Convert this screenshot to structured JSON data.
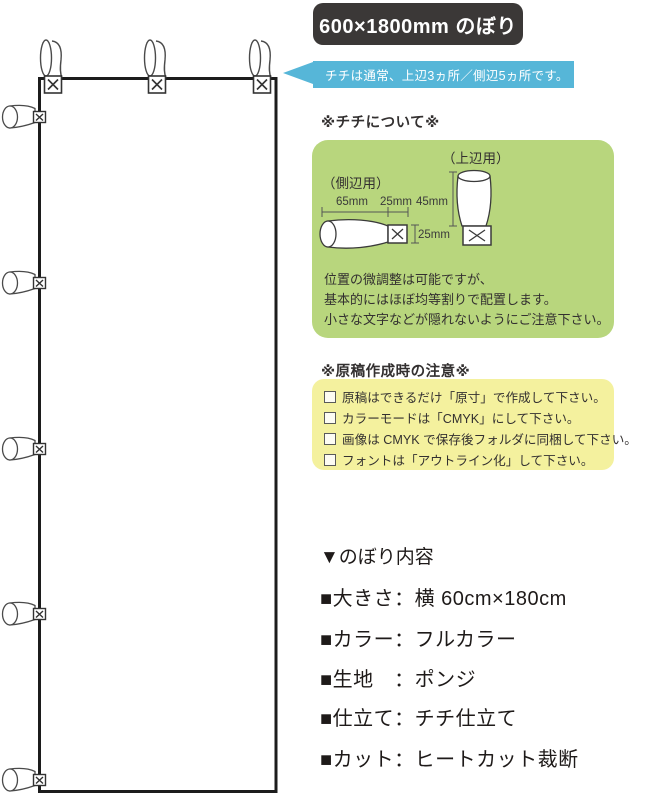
{
  "title": "600×1800mm のぼり",
  "callout": "チチは通常、上辺3ヵ所／側辺5ヵ所です。",
  "chichi_section": {
    "header": "※チチについて※",
    "side_label": "（側辺用）",
    "top_label": "（上辺用）",
    "dim_side_loop": "65mm",
    "dim_side_square": "25mm",
    "dim_top_loop": "45mm",
    "dim_top_square": "25mm",
    "notes": [
      "位置の微調整は可能ですが、",
      "基本的にはほぼ均等割りで配置します。",
      "小さな文字などが隠れないようにご注意下さい。"
    ]
  },
  "draft_section": {
    "header": "※原稿作成時の注意※",
    "items": [
      "原稿はできるだけ「原寸」で作成して下さい。",
      "カラーモードは「CMYK」にして下さい。",
      "画像は CMYK で保存後フォルダに同梱して下さい。",
      "フォントは「アウトライン化」して下さい。"
    ]
  },
  "specs": {
    "header": "▼のぼり内容",
    "items": [
      "■大きさ：横 60cm×180cm",
      "■カラー：フルカラー",
      "■生地　：ポンジ",
      "■仕立て：チチ仕立て",
      "■カット：ヒートカット裁断"
    ]
  },
  "colors": {
    "title_bg": "#3b3837",
    "callout_bg": "#56b6d8",
    "chichi_box_bg": "#b8d67d",
    "notes_box_bg": "#f4f19e",
    "text": "#333030",
    "diagram_stroke": "#333333"
  }
}
